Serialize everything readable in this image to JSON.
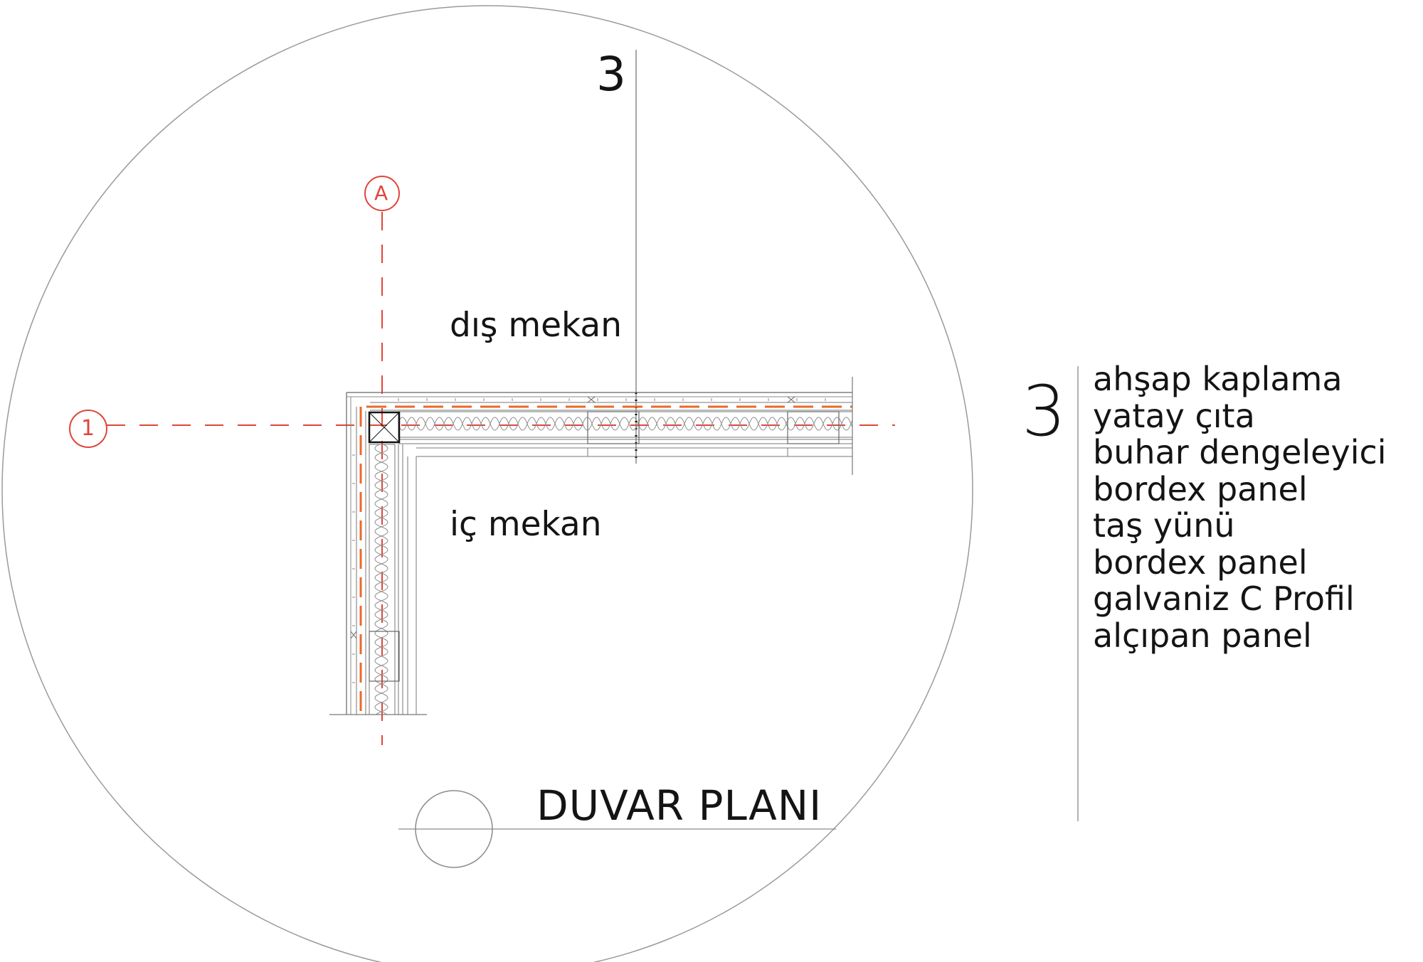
{
  "drawing": {
    "title": "DUVAR PLANI",
    "section_callout": "3",
    "exterior_label": "dış mekan",
    "interior_label": "iç mekan",
    "grid_line_letter": "A",
    "grid_line_number": "1"
  },
  "legend": {
    "number": "3",
    "layers": [
      "ahşap kaplama",
      "yatay çıta",
      "buhar dengeleyici",
      "bordex panel",
      "taş yünü",
      "bordex panel",
      "galvaniz C Profil",
      "alçıpan panel"
    ]
  },
  "colors": {
    "grid_lines": "#e0453a",
    "vapor_layer": "#e86a2a",
    "linework": "#555555",
    "text": "#141414"
  }
}
